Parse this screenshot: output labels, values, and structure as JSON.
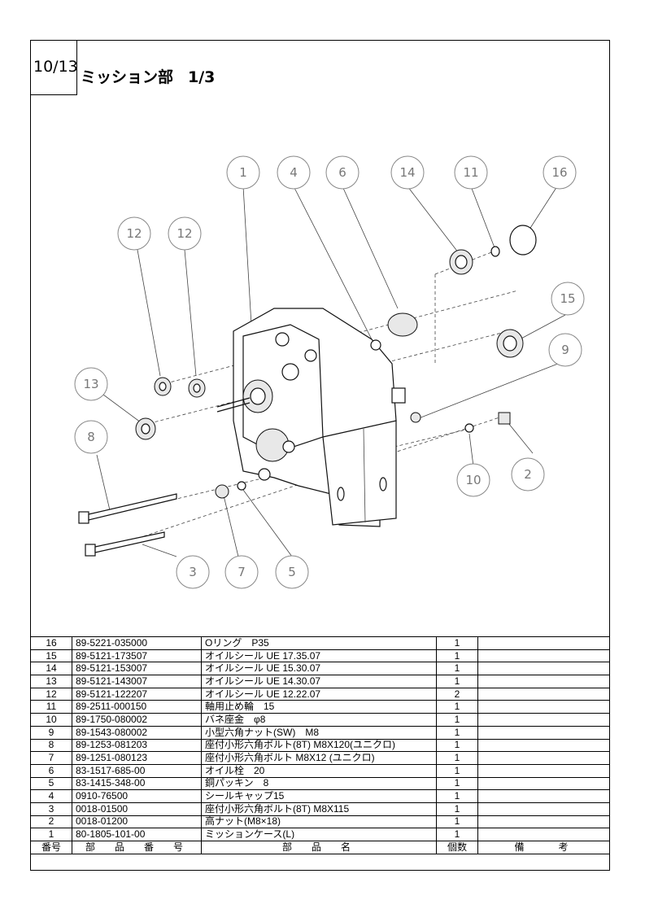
{
  "header": {
    "page_number": "10/13",
    "title": "ミッション部",
    "sub": "1/3"
  },
  "callouts": [
    "1",
    "4",
    "6",
    "14",
    "11",
    "16",
    "12",
    "12",
    "15",
    "9",
    "13",
    "8",
    "10",
    "2",
    "3",
    "7",
    "5"
  ],
  "table": {
    "header": {
      "no": "番号",
      "part_no": "部　品　番　号",
      "name": "部　品　名",
      "qty": "個数",
      "remarks": "備　　考"
    },
    "rows": [
      {
        "no": "16",
        "part_no": "89-5221-035000",
        "name": "Oリング　P35",
        "qty": "1",
        "remarks": ""
      },
      {
        "no": "15",
        "part_no": "89-5121-173507",
        "name": "オイルシール UE 17.35.07",
        "qty": "1",
        "remarks": ""
      },
      {
        "no": "14",
        "part_no": "89-5121-153007",
        "name": "オイルシール UE 15.30.07",
        "qty": "1",
        "remarks": ""
      },
      {
        "no": "13",
        "part_no": "89-5121-143007",
        "name": "オイルシール UE 14.30.07",
        "qty": "1",
        "remarks": ""
      },
      {
        "no": "12",
        "part_no": "89-5121-122207",
        "name": "オイルシール UE 12.22.07",
        "qty": "2",
        "remarks": ""
      },
      {
        "no": "11",
        "part_no": "89-2511-000150",
        "name": "軸用止め輪　15",
        "qty": "1",
        "remarks": ""
      },
      {
        "no": "10",
        "part_no": "89-1750-080002",
        "name": "バネ座金　φ8",
        "qty": "1",
        "remarks": ""
      },
      {
        "no": "9",
        "part_no": "89-1543-080002",
        "name": "小型六角ナット(SW)　M8",
        "qty": "1",
        "remarks": ""
      },
      {
        "no": "8",
        "part_no": "89-1253-081203",
        "name": "座付小形六角ボルト(8T) M8X120(ユニクロ)",
        "qty": "1",
        "remarks": ""
      },
      {
        "no": "7",
        "part_no": "89-1251-080123",
        "name": "座付小形六角ボルト M8X12 (ユニクロ)",
        "qty": "1",
        "remarks": ""
      },
      {
        "no": "6",
        "part_no": "83-1517-685-00",
        "name": "オイル栓　20",
        "qty": "1",
        "remarks": ""
      },
      {
        "no": "5",
        "part_no": "83-1415-348-00",
        "name": "銅パッキン　8",
        "qty": "1",
        "remarks": ""
      },
      {
        "no": "4",
        "part_no": "0910-76500",
        "name": "シールキャップ15",
        "qty": "1",
        "remarks": ""
      },
      {
        "no": "3",
        "part_no": "0018-01500",
        "name": "座付小形六角ボルト(8T) M8X115",
        "qty": "1",
        "remarks": ""
      },
      {
        "no": "2",
        "part_no": "0018-01200",
        "name": "高ナット(M8×18)",
        "qty": "1",
        "remarks": ""
      },
      {
        "no": "1",
        "part_no": "80-1805-101-00",
        "name": "ミッションケース(L)",
        "qty": "1",
        "remarks": ""
      }
    ]
  }
}
